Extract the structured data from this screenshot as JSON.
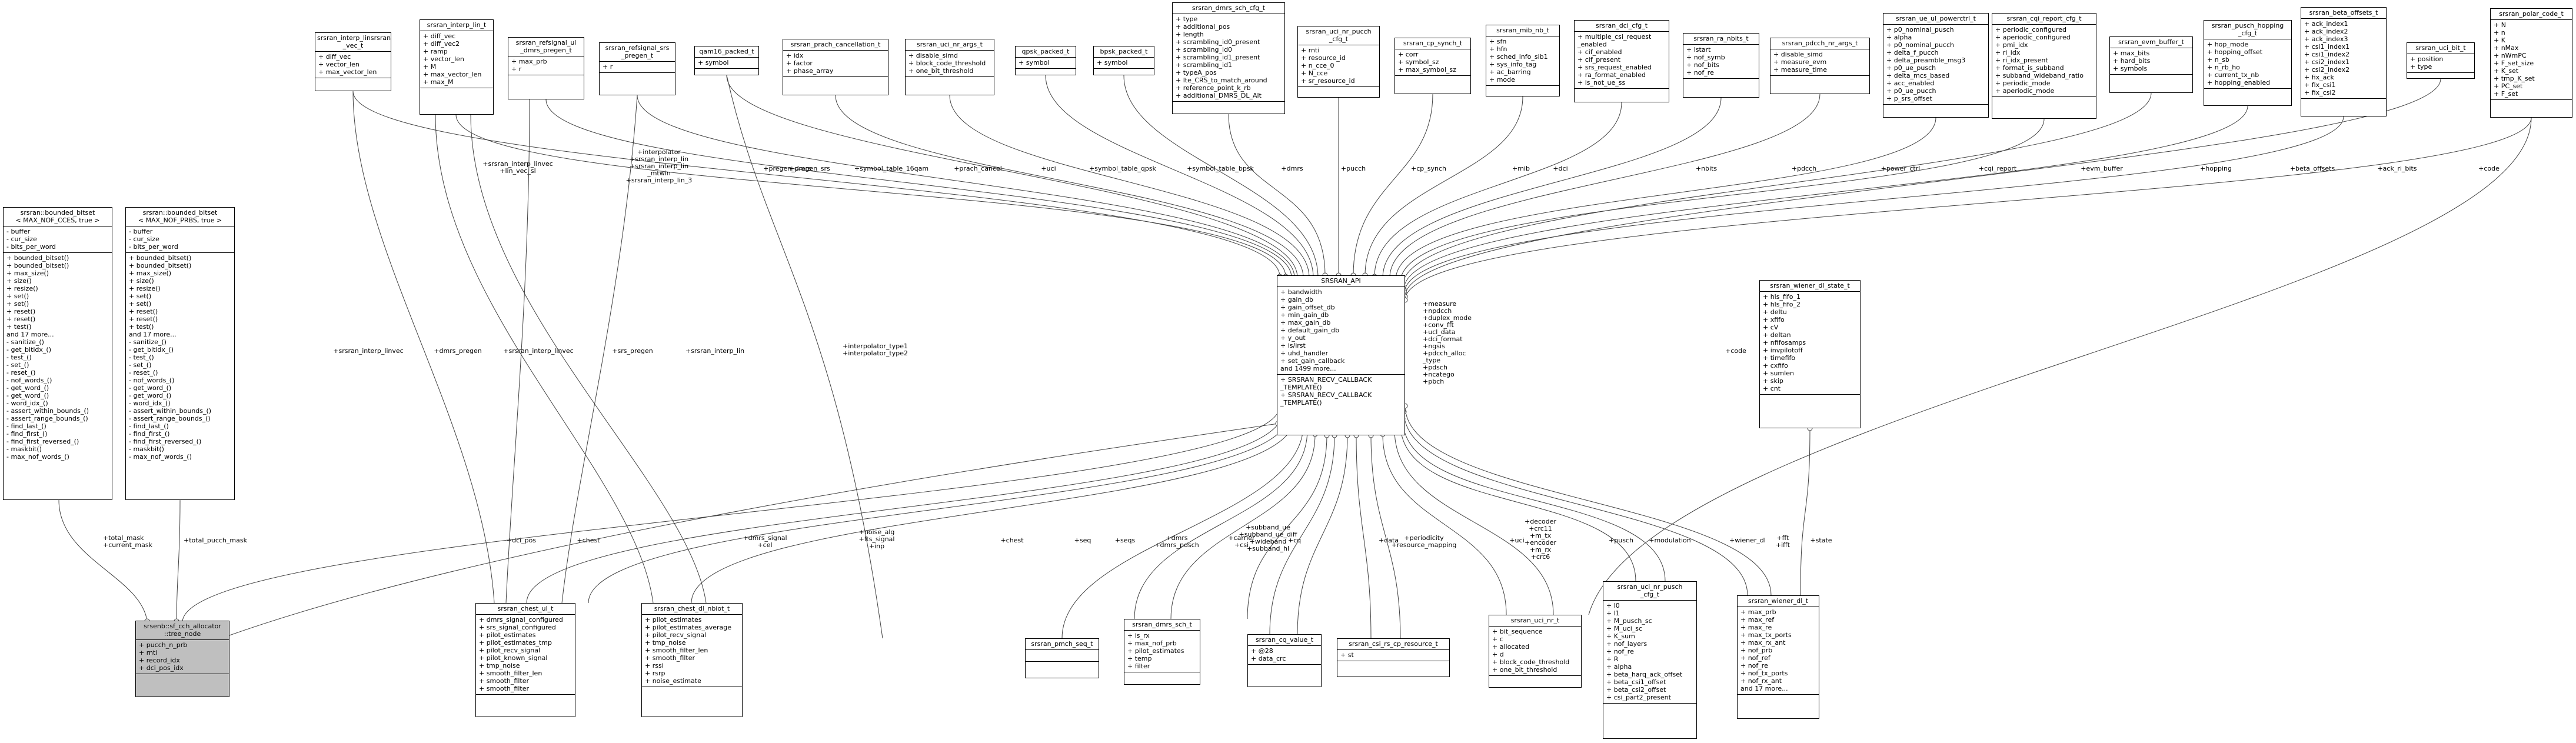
{
  "nodes": [
    {
      "id": "bitset_ce",
      "title": "srsran::bounded_bitset\n< MAX_NOF_CCES, true >",
      "attrs": [
        "- buffer",
        "- cur_size",
        "- bits_per_word"
      ],
      "methods": [
        "+ bounded_bitset()",
        "+ bounded_bitset()",
        "+ max_size()",
        "+ size()",
        "+ resize()",
        "+ set()",
        "+ set()",
        "+ reset()",
        "+ reset()",
        "+ test()",
        "and 17 more...",
        "- sanitize_()",
        "- get_bitidx_()",
        "- test_()",
        "- set_()",
        "- reset_()",
        "- nof_words_()",
        "- get_word_()",
        "- get_word_()",
        "- word_idx_()",
        "- assert_within_bounds_()",
        "- assert_range_bounds_()",
        "- find_last_()",
        "- find_first_()",
        "- find_first_reversed_()",
        "- maskbit()",
        "- max_nof_words_()"
      ]
    },
    {
      "id": "bitset_prb",
      "title": "srsran::bounded_bitset\n< MAX_NOF_PRBS, true >",
      "attrs": [
        "- buffer",
        "- cur_size",
        "- bits_per_word"
      ],
      "methods": [
        "+ bounded_bitset()",
        "+ bounded_bitset()",
        "+ max_size()",
        "+ size()",
        "+ resize()",
        "+ set()",
        "+ set()",
        "+ reset()",
        "+ reset()",
        "+ test()",
        "and 17 more...",
        "- sanitize_()",
        "- get_bitidx_()",
        "- test_()",
        "- set_()",
        "- reset_()",
        "- nof_words_()",
        "- get_word_()",
        "- get_word_()",
        "- word_idx_()",
        "- assert_within_bounds_()",
        "- assert_range_bounds_()",
        "- find_last_()",
        "- find_first_()",
        "- find_first_reversed_()",
        "- maskbit()",
        "- max_nof_words_()"
      ]
    },
    {
      "id": "cch_alloc",
      "title": "srsenb::sf_cch_allocator\n::tree_node",
      "attrs": [
        "+ pucch_n_prb",
        "+ rnti",
        "+ record_idx",
        "+ dci_pos_idx"
      ],
      "methods": [
        ""
      ],
      "highlight": true
    },
    {
      "id": "interp_lin_vec",
      "title": "srsran_interp_linsrsran\n_vec_t",
      "attrs": [
        "+ diff_vec",
        "+ vector_len",
        "+ max_vector_len"
      ],
      "methods": []
    },
    {
      "id": "interp_lin",
      "title": "srsran_interp_lin_t",
      "attrs": [
        "+ diff_vec",
        "+ diff_vec2",
        "+ ramp",
        "+ vector_len",
        "+ M",
        "+ max_vector_len",
        "+ max_M"
      ],
      "methods": []
    },
    {
      "id": "refsignal_ul_pregen",
      "title": "srsran_refsignal_ul\n_dmrs_pregen_t",
      "attrs": [
        "+ max_prb",
        "+ r"
      ],
      "methods": []
    },
    {
      "id": "refsignal_srs_pregen",
      "title": "srsran_refsignal_srs\n_pregen_t",
      "attrs": [
        "+ r"
      ],
      "methods": []
    },
    {
      "id": "qam16",
      "title": "qam16_packed_t",
      "attrs": [
        "+ symbol"
      ],
      "methods": []
    },
    {
      "id": "prach_cancel",
      "title": "srsran_prach_cancellation_t",
      "attrs": [
        "+ idx",
        "+ factor",
        "+ phase_array"
      ],
      "methods": []
    },
    {
      "id": "uci_nr_args",
      "title": "srsran_uci_nr_args_t",
      "attrs": [
        "+ disable_simd",
        "+ block_code_threshold",
        "+ one_bit_threshold"
      ],
      "methods": []
    },
    {
      "id": "qpsk",
      "title": "qpsk_packed_t",
      "attrs": [
        "+ symbol"
      ],
      "methods": []
    },
    {
      "id": "bpsk",
      "title": "bpsk_packed_t",
      "attrs": [
        "+ symbol"
      ],
      "methods": []
    },
    {
      "id": "dmrs_sch_cfg",
      "title": "srsran_dmrs_sch_cfg_t",
      "attrs": [
        "+ type",
        "+ additional_pos",
        "+ length",
        "+ scrambling_id0_present",
        "+ scrambling_id0",
        "+ scrambling_id1_present",
        "+ scrambling_id1",
        "+ typeA_pos",
        "+ lte_CRS_to_match_around",
        "+ reference_point_k_rb",
        "+ additional_DMRS_DL_Alt"
      ],
      "methods": []
    },
    {
      "id": "uci_nr_pucch_cfg",
      "title": "srsran_uci_nr_pucch\n_cfg_t",
      "attrs": [
        "+ rnti",
        "+ resource_id",
        "+ n_cce_0",
        "+ N_cce",
        "+ sr_resource_id"
      ],
      "methods": []
    },
    {
      "id": "cp_synch",
      "title": "srsran_cp_synch_t",
      "attrs": [
        "+ corr",
        "+ symbol_sz",
        "+ max_symbol_sz"
      ],
      "methods": []
    },
    {
      "id": "mib_nb",
      "title": "srsran_mib_nb_t",
      "attrs": [
        "+ sfn",
        "+ hfn",
        "+ sched_info_sib1",
        "+ sys_info_tag",
        "+ ac_barring",
        "+ mode"
      ],
      "methods": []
    },
    {
      "id": "dci_cfg",
      "title": "srsran_dci_cfg_t",
      "attrs": [
        "+ multiple_csi_request\n_enabled",
        "+ cif_enabled",
        "+ cif_present",
        "+ srs_request_enabled",
        "+ ra_format_enabled",
        "+ is_not_ue_ss"
      ],
      "methods": []
    },
    {
      "id": "ra_nbits",
      "title": "srsran_ra_nbits_t",
      "attrs": [
        "+ lstart",
        "+ nof_symb",
        "+ nof_bits",
        "+ nof_re"
      ],
      "methods": []
    },
    {
      "id": "pdcch_nr_args",
      "title": "srsran_pdcch_nr_args_t",
      "attrs": [
        "+ disable_simd",
        "+ measure_evm",
        "+ measure_time"
      ],
      "methods": []
    },
    {
      "id": "ue_ul_powerctrl",
      "title": "srsran_ue_ul_powerctrl_t",
      "attrs": [
        "+ p0_nominal_pusch",
        "+ alpha",
        "+ p0_nominal_pucch",
        "+ delta_f_pucch",
        "+ delta_preamble_msg3",
        "+ p0_ue_pusch",
        "+ delta_mcs_based",
        "+ acc_enabled",
        "+ p0_ue_pucch",
        "+ p_srs_offset"
      ],
      "methods": []
    },
    {
      "id": "cqi_report_cfg",
      "title": "srsran_cqi_report_cfg_t",
      "attrs": [
        "+ periodic_configured",
        "+ aperiodic_configured",
        "+ pmi_idx",
        "+ ri_idx",
        "+ ri_idx_present",
        "+ format_is_subband",
        "+ subband_wideband_ratio",
        "+ periodic_mode",
        "+ aperiodic_mode"
      ],
      "methods": []
    },
    {
      "id": "evm_buffer",
      "title": "srsran_evm_buffer_t",
      "attrs": [
        "+ max_bits",
        "+ hard_bits",
        "+ symbols"
      ],
      "methods": []
    },
    {
      "id": "pusch_hopping_cfg",
      "title": "srsran_pusch_hopping\n_cfg_t",
      "attrs": [
        "+ hop_mode",
        "+ hopping_offset",
        "+ n_sb",
        "+ n_rb_ho",
        "+ current_tx_nb",
        "+ hopping_enabled"
      ],
      "methods": []
    },
    {
      "id": "beta_offsets",
      "title": "srsran_beta_offsets_t",
      "attrs": [
        "+ ack_index1",
        "+ ack_index2",
        "+ ack_index3",
        "+ csi1_index1",
        "+ csi1_index2",
        "+ csi2_index1",
        "+ csi2_index2",
        "+ fix_ack",
        "+ fix_csi1",
        "+ fix_csi2"
      ],
      "methods": []
    },
    {
      "id": "uci_bit",
      "title": "srsran_uci_bit_t",
      "attrs": [
        "+ position",
        "+ type"
      ],
      "methods": []
    },
    {
      "id": "polar_code",
      "title": "srsran_polar_code_t",
      "attrs": [
        "+ N",
        "+ n",
        "+ K",
        "+ nMax",
        "+ nWmPC",
        "+ F_set_size",
        "+ K_set",
        "+ tmp_K_set",
        "+ PC_set",
        "+ F_set"
      ],
      "methods": []
    },
    {
      "id": "srsran_api",
      "title": "SRSRAN_API",
      "attrs": [
        "+ bandwidth",
        "+ gain_db",
        "+ gain_offset_db",
        "+ min_gain_db",
        "+ max_gain_db",
        "+ default_gain_db",
        "+ y_out",
        "+ is/irst",
        "+ uhd_handler",
        "+ set_gain_callback",
        "and 1499 more..."
      ],
      "methods": [
        "+ SRSRAN_RECV_CALLBACK\n_TEMPLATE()",
        "+ SRSRAN_RECV_CALLBACK\n_TEMPLATE()"
      ]
    },
    {
      "id": "wiener_dl_state",
      "title": "srsran_wiener_dl_state_t",
      "attrs": [
        "+ hls_fifo_1",
        "+ hls_fifo_2",
        "+ deltu",
        "+ xfifo",
        "+ cV",
        "+ deltan",
        "+ nfifosamps",
        "+ invpilotoff",
        "+ timefifo",
        "+ cxfifo",
        "+ sumlen",
        "+ skip",
        "+ cnt"
      ],
      "methods": []
    },
    {
      "id": "chest_ul",
      "title": "srsran_chest_ul_t",
      "attrs": [
        "+ dmrs_signal_configured",
        "+ srs_signal_configured",
        "+ pilot_estimates",
        "+ pilot_estimates_tmp",
        "+ pilot_recv_signal",
        "+ pilot_known_signal",
        "+ tmp_noise",
        "+ smooth_filter_len",
        "+ smooth_filter",
        "+ smooth_filter"
      ],
      "methods": []
    },
    {
      "id": "chest_dl_nbiot",
      "title": "srsran_chest_dl_nbiot_t",
      "attrs": [
        "+ pilot_estimates",
        "+ pilot_estimates_average",
        "+ pilot_recv_signal",
        "+ tmp_noise",
        "+ smooth_filter_len",
        "+ smooth_filter",
        "+ rssi",
        "+ rsrp",
        "+ noise_estimate"
      ],
      "methods": []
    },
    {
      "id": "pmch_seq",
      "title": "srsran_pmch_seq_t",
      "attrs": [
        ""
      ],
      "methods": [
        ""
      ]
    },
    {
      "id": "dmrs_sch",
      "title": "srsran_dmrs_sch_t",
      "attrs": [
        "+ is_rx",
        "+ max_nof_prb",
        "+ pilot_estimates",
        "+ temp",
        "+ filter"
      ],
      "methods": []
    },
    {
      "id": "cq_value",
      "title": "srsran_cq_value_t",
      "attrs": [
        "+ @28",
        "+ data_crc"
      ],
      "methods": [
        ""
      ]
    },
    {
      "id": "csi_rs_cp",
      "title": "srsran_csi_rs_cp_resource_t",
      "attrs": [
        "+ st"
      ],
      "methods": [
        ""
      ]
    },
    {
      "id": "uci_nr",
      "title": "srsran_uci_nr_t",
      "attrs": [
        "+ bit_sequence",
        "+ c",
        "+ allocated",
        "+ d",
        "+ block_code_threshold",
        "+ one_bit_threshold"
      ],
      "methods": []
    },
    {
      "id": "uci_nr_pusch_cfg",
      "title": "srsran_uci_nr_pusch\n_cfg_t",
      "attrs": [
        "+ l0",
        "+ l1",
        "+ M_pusch_sc",
        "+ M_uci_sc",
        "+ K_sum",
        "+ nof_layers",
        "+ nof_re",
        "+ R",
        "+ alpha",
        "+ beta_harq_ack_offset",
        "+ beta_csi1_offset",
        "+ beta_csi2_offset",
        "+ csi_part2_present"
      ],
      "methods": []
    },
    {
      "id": "wiener_dl",
      "title": "srsran_wiener_dl_t",
      "attrs": [
        "+ max_prb",
        "+ max_ref",
        "+ max_re",
        "+ max_tx_ports",
        "+ max_rx_ant",
        "+ nof_prb",
        "+ nof_ref",
        "+ nof_re",
        "+ nof_tx_ports",
        "+ nof_rx_ant",
        "and 17 more..."
      ],
      "methods": []
    }
  ],
  "edge_labels": {
    "total_mask": "+total_mask\n+current_mask",
    "total_pucch_mask": "+total_pucch_mask",
    "interp_vec": "+interpolator\n+srsran_interp_lin\n+srsran_interp_lin\n_mtwin\n+srsran_interp_lin_3",
    "interp_linvec_top": "+srsran_interp_linvec\n+lin_vec_sl",
    "pregen_dmrs": "+pregen_dmrs",
    "pregen_srs": "+pregen_srs",
    "sym16": "+symbol_table_16qam",
    "prach_cancel": "+prach_cancel",
    "uci_top": "+uci",
    "qpsk": "+symbol_table_qpsk",
    "bpsk": "+symbol_table_bpsk",
    "dmrs_top": "+dmrs",
    "pucch": "+pucch",
    "cp_synch": "+cp_synch",
    "mib": "+mib",
    "dci": "+dci",
    "nbits": "+nbits",
    "pdcch": "+pdcch",
    "power_ctrl": "+power_ctrl",
    "cqi_report": "+cqi_report",
    "evm_buffer": "+evm_buffer",
    "hopping": "+hopping",
    "beta_offsets": "+beta_offsets",
    "ack_ri_bits": "+ack_ri_bits",
    "code_top": "+code",
    "code_right": "+code",
    "srsran_interp_linvec_left": "+srsran_interp_linvec",
    "dmrs_pregen": "+dmrs_pregen",
    "srsran_interp_linvec_mid": "+srsran_interp_linvec",
    "srs_pregen": "+srs_pregen",
    "srsran_interp_lin": "+srsran_interp_lin",
    "interpolator_type": "+interpolator_type1\n+interpolator_type2",
    "right_cluster": "+measure\n+npdcch\n+duplex_mode\n+conv_fft\n+ucl_data\n+dci_format\n+ngsis\n+pdcch_alloc\n_type\n+pdsch\n+ncatego\n+pbch",
    "dci_pos": "+dci_pos",
    "chest": "+chest",
    "dmrs_signal": "+dmrs_signal\n+cel",
    "noise_alg": "+noise_alg\n+fts_signal\n+inp",
    "chest2": "+chest",
    "seq": "+seq",
    "seqs": "+seqs",
    "dmrs_pdsch": "+dmrs\n+dmrs_pdsch",
    "carrier_csi": "+carrier\n+csi",
    "subband": "+subband_ue\n+subband_ue_diff\n+wideband\n+subband_hl",
    "cq": "+cq",
    "data": "+data",
    "periodicity": "+periodicity\n+resource_mapping",
    "uci_bottom": "+uci",
    "decoder": "+decoder\n+crc11\n+m_tx\n+encoder\n+m_rx\n+crc6",
    "pusch": "+pusch",
    "modulation": "+modulation",
    "wiener_dl": "+wiener_dl",
    "fft": "+fft\n+ifft",
    "state": "+state"
  }
}
